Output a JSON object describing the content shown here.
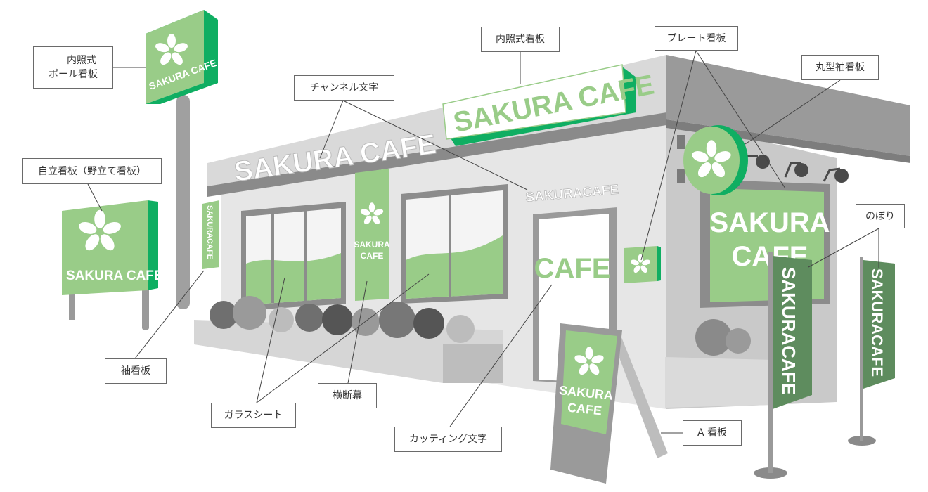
{
  "labels": {
    "pole_sign_line1": "内照式",
    "pole_sign_line2": "ポール看板",
    "standalone_sign": "自立看板（野立て看板）",
    "projecting_sign": "袖看板",
    "channel_letters": "チャンネル文字",
    "glass_sheet": "ガラスシート",
    "banner": "横断幕",
    "illuminated_sign": "内照式看板",
    "plate_sign": "プレート看板",
    "round_projecting_sign": "丸型袖看板",
    "nobori_flag": "のぼり",
    "cutting_letters": "カッティング文字",
    "a_board": "A 看板"
  },
  "signs": {
    "brand": "SAKURA CAFE",
    "brand_joined": "SAKURACAFE",
    "word1": "SAKURA",
    "word2": "CAFE"
  },
  "colors": {
    "light_green": "#99cc88",
    "green": "#0fae62",
    "dark_green": "#5e8c5e"
  }
}
